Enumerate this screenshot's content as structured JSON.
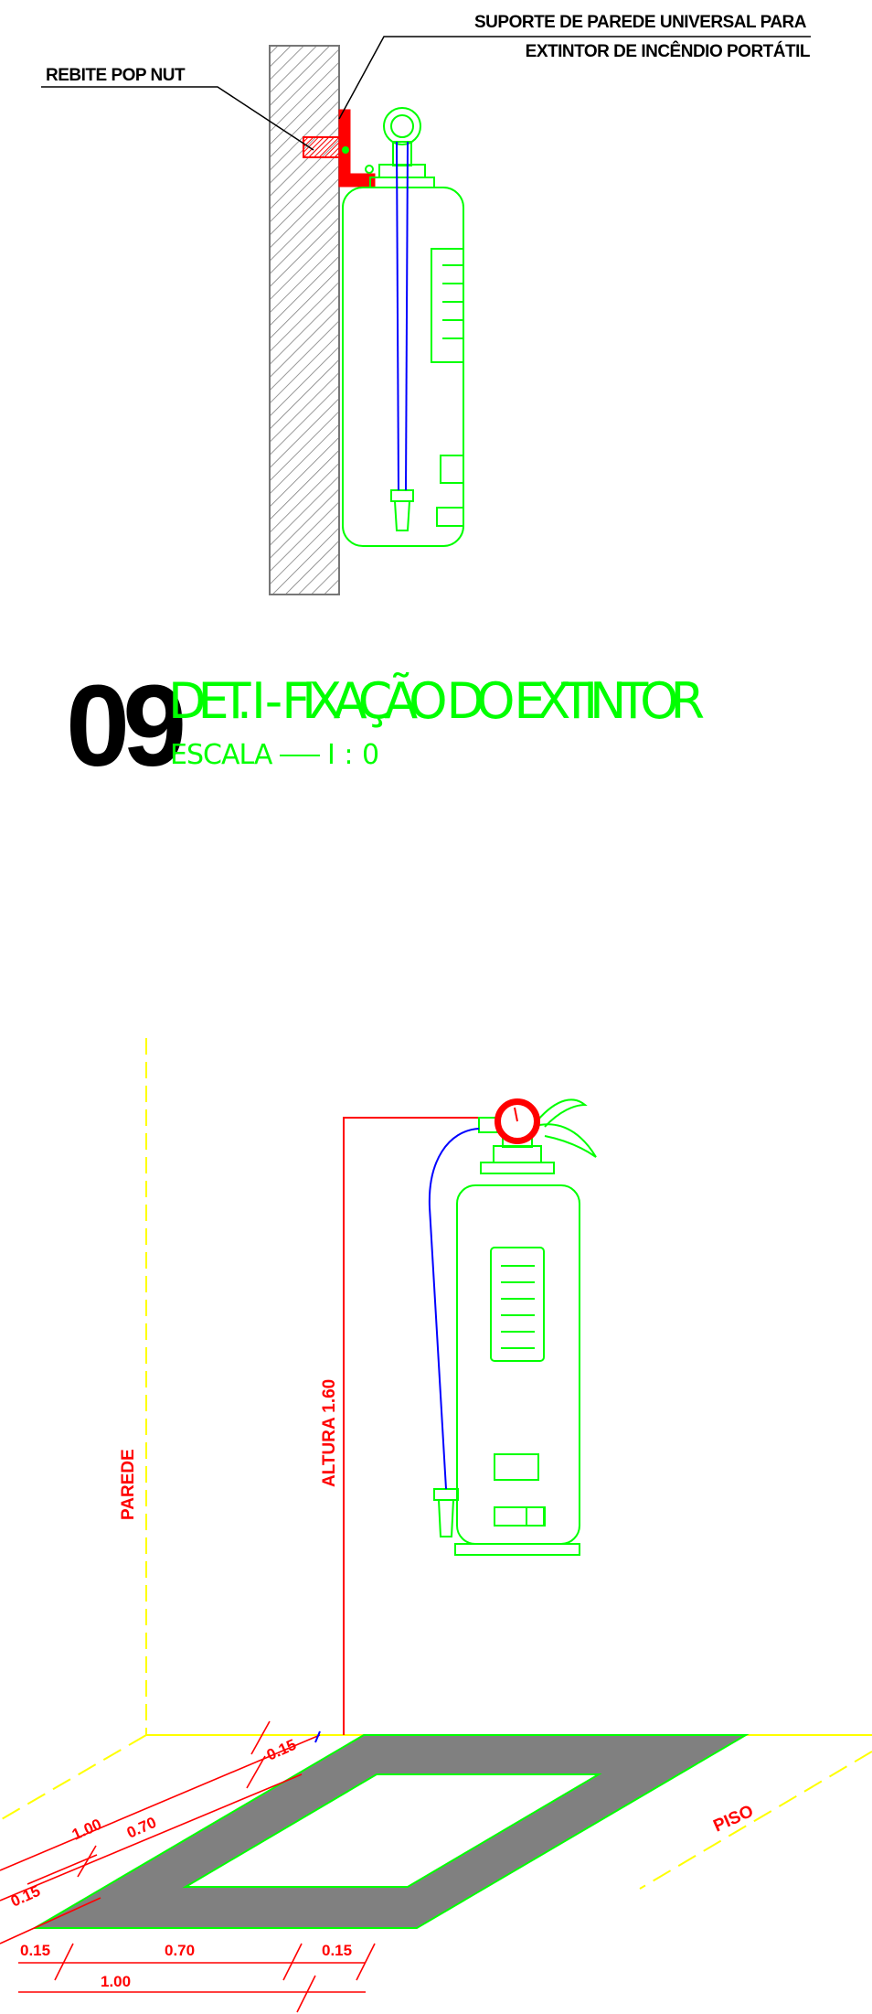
{
  "detail_top": {
    "label_bracket_line1": "SUPORTE DE PAREDE UNIVERSAL PARA",
    "label_bracket_line2": "EXTINTOR DE INCÊNDIO PORTÁTIL",
    "label_rivet": "REBITE POP NUT"
  },
  "title_block": {
    "number": "09",
    "title": "DET. I - FIXAÇÃO DO EXTINTOR",
    "scale_label": "ESCALA",
    "scale_value": "I : 0"
  },
  "detail_bottom": {
    "label_wall": "PAREDE",
    "label_height": "ALTURA 1.60",
    "label_floor": "PISO",
    "dims": {
      "d1": "0.15",
      "d2": "1.00",
      "d3": "0.70",
      "d4": "0.15",
      "d5": "0.15",
      "d6": "0.70",
      "d7": "0.15",
      "d8": "1.00"
    }
  },
  "colors": {
    "outline": "#00ff00",
    "accent": "#ff0000",
    "hose": "#0000ff",
    "guide": "#ffff00",
    "floor_marking": "#808080"
  }
}
